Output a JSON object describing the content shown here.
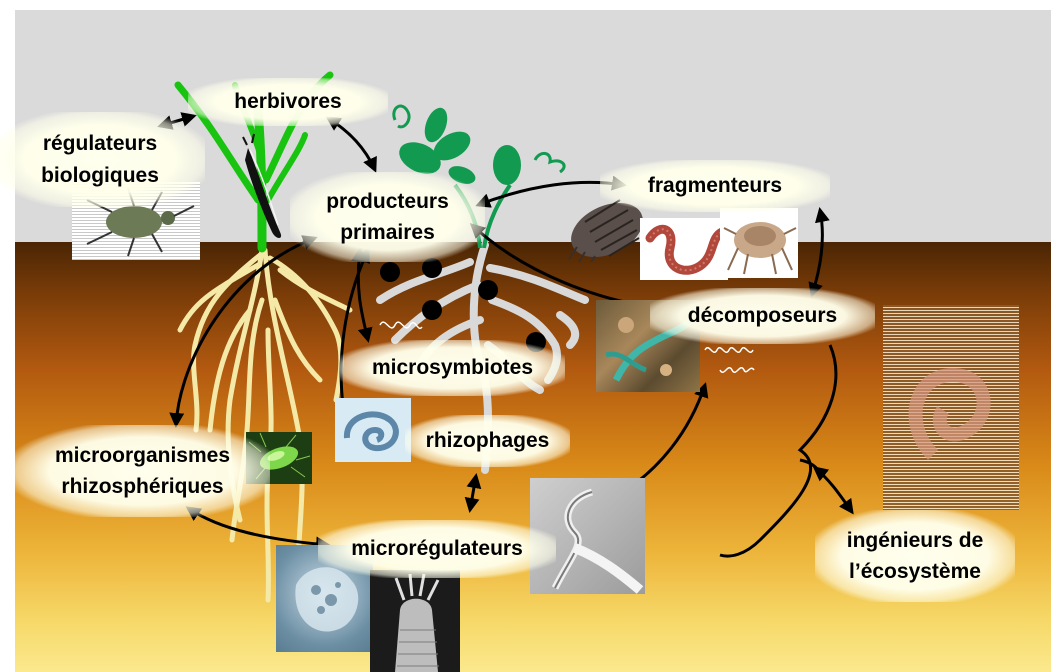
{
  "labels": {
    "herbivores": "herbivores",
    "regulateurs_1": "régulateurs",
    "regulateurs_2": "biologiques",
    "producteurs_1": "producteurs",
    "producteurs_2": "primaires",
    "fragmenteurs": "fragmenteurs",
    "decomposeurs": "décomposeurs",
    "microsymbiotes": "microsymbiotes",
    "rhizophages": "rhizophages",
    "microorganismes_1": "microorganismes",
    "microorganismes_2": "rhizosphériques",
    "microregulateurs": "microrégulateurs",
    "ingenieurs_1": "ingénieurs de",
    "ingenieurs_2": "l’écosystème"
  },
  "colors": {
    "sky": "#dadada",
    "soil_top": "#4a2504",
    "soil_bottom": "#fbe98e",
    "plant_green": "#19c411",
    "root_pale": "#f5e9a8",
    "root_grey": "#d9d9d9",
    "seedling_green": "#129a50",
    "arrow": "#000000"
  },
  "icons": {
    "insect": "beetle-photo",
    "caterpillar": "caterpillar-icon",
    "woodlouse": "woodlouse-photo",
    "earthworm": "earthworm-photo",
    "mite": "mite-photo",
    "fungal_hyphae": "fungal-hyphae-photo",
    "earthworm_large": "earthworm-faded-photo",
    "nematode": "nematode-photo",
    "bacterium": "bacterium-photo",
    "amoeba": "amoeba-photo",
    "nematode_head": "nematode-head-photo",
    "nematode_micro": "nematode-micrograph-photo"
  }
}
